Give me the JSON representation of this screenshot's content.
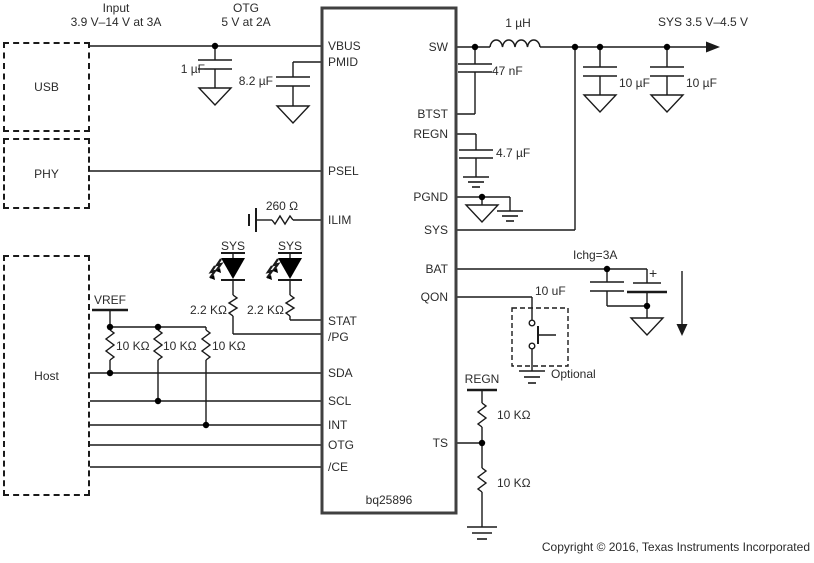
{
  "rails": {
    "input_title": "Input",
    "input_sub": "3.9 V–14 V at 3A",
    "otg_title": "OTG",
    "otg_sub": "5 V at 2A",
    "sys_rail": "SYS 3.5 V–4.5 V",
    "ichg": "Ichg=3A",
    "vref": "VREF",
    "regn": "REGN"
  },
  "blocks": {
    "usb": "USB",
    "phy": "PHY",
    "host": "Host"
  },
  "ic": {
    "name": "bq25896",
    "pins_left": [
      "VBUS",
      "PMID",
      "PSEL",
      "ILIM",
      "STAT",
      "/PG",
      "SDA",
      "SCL",
      "INT",
      "OTG",
      "/CE"
    ],
    "pins_right": [
      "SW",
      "BTST",
      "REGN",
      "PGND",
      "SYS",
      "BAT",
      "QON",
      "TS"
    ]
  },
  "components": {
    "inductor": "1 µH",
    "cap_input": "1 µF",
    "cap_pmid": "8.2 µF",
    "cap_btst": "47 nF",
    "cap_sys1": "10 µF",
    "cap_sys2": "10 µF",
    "cap_regn": "4.7 µF",
    "res_ilim": "260 Ω",
    "led1_rail": "SYS",
    "led2_rail": "SYS",
    "res_led1": "2.2 KΩ",
    "res_led2": "2.2 KΩ",
    "res_sda": "10 KΩ",
    "res_scl": "10 KΩ",
    "res_int": "10 KΩ",
    "cap_bat": "10 uF",
    "bat_plus": "+",
    "optional": "Optional",
    "res_ts_upper": "10 KΩ",
    "res_ts_lower": "10 KΩ"
  },
  "footer": {
    "copyright": "Copyright © 2016, Texas Instruments Incorporated"
  },
  "colors": {
    "line": "#1a1a1a",
    "ic_border": "#404040",
    "text": "#2b2b2b"
  }
}
